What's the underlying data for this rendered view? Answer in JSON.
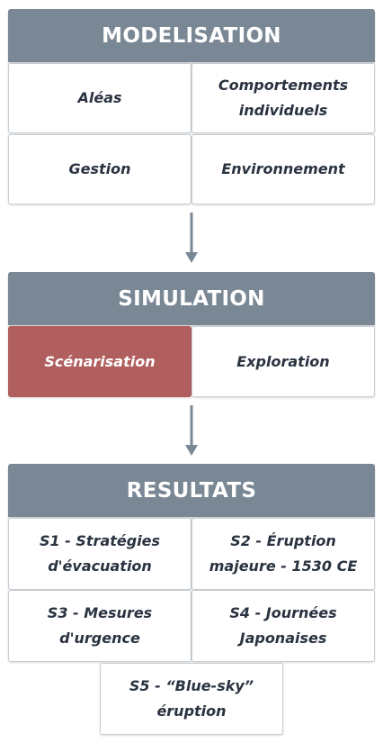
{
  "colors": {
    "header_bg": "#7a8795",
    "cell_text": "#2a3340",
    "cell_border": "#c8ced4",
    "highlight_bg": "#b05e5e",
    "arrow": "#7a8795"
  },
  "modelisation": {
    "title": "MODELISATION",
    "cells": [
      "Aléas",
      "Comportements individuels",
      "Gestion",
      "Environnement"
    ]
  },
  "simulation": {
    "title": "SIMULATION",
    "cells": [
      "Scénarisation",
      "Exploration"
    ],
    "highlighted": "Scénarisation"
  },
  "resultats": {
    "title": "RESULTATS",
    "cells": [
      "S1 - Stratégies d'évacuation",
      "S2 - Éruption majeure - 1530 CE",
      "S3 - Mesures d'urgence",
      "S4 - Journées Japonaises",
      "S5 - “Blue-sky” éruption"
    ]
  }
}
